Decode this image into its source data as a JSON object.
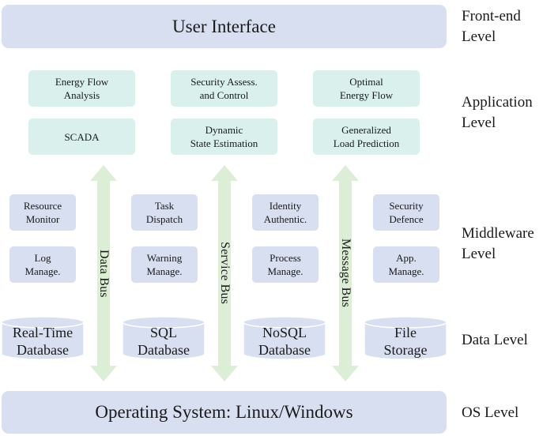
{
  "frontend": {
    "label": "User Interface"
  },
  "application": {
    "row1": [
      "Energy Flow\nAnalysis",
      "Security Assess.\nand Control",
      "Optimal\nEnergy Flow"
    ],
    "row2": [
      "SCADA",
      "Dynamic\nState Estimation",
      "Generalized\nLoad Prediction"
    ]
  },
  "middleware": {
    "row1": [
      "Resource\nMonitor",
      "Task\nDispatch",
      "Identity\nAuthentic.",
      "Security\nDefence"
    ],
    "row2": [
      "Log\nManage.",
      "Warning\nManage.",
      "Process\nManage.",
      "App.\nManage."
    ]
  },
  "data": {
    "stores": [
      "Real-Time\nDatabase",
      "SQL\nDatabase",
      "NoSQL\nDatabase",
      "File\nStorage"
    ]
  },
  "os": {
    "label": "Operating System: Linux/Windows"
  },
  "buses": [
    "Data Bus",
    "Service Bus",
    "Message Bus"
  ],
  "levels": {
    "frontend": "Front-end\nLevel",
    "application": "Application\nLevel",
    "middleware": "Middleware\nLevel",
    "data": "Data Level",
    "os": "OS Level"
  },
  "colors": {
    "bar_fill": "#d7dff0",
    "app_fill": "#d9f0ec",
    "middleware_fill": "#d7dff0",
    "database_fill": "#d7dff0",
    "bus_arrow_fill": "#dcefd6"
  }
}
